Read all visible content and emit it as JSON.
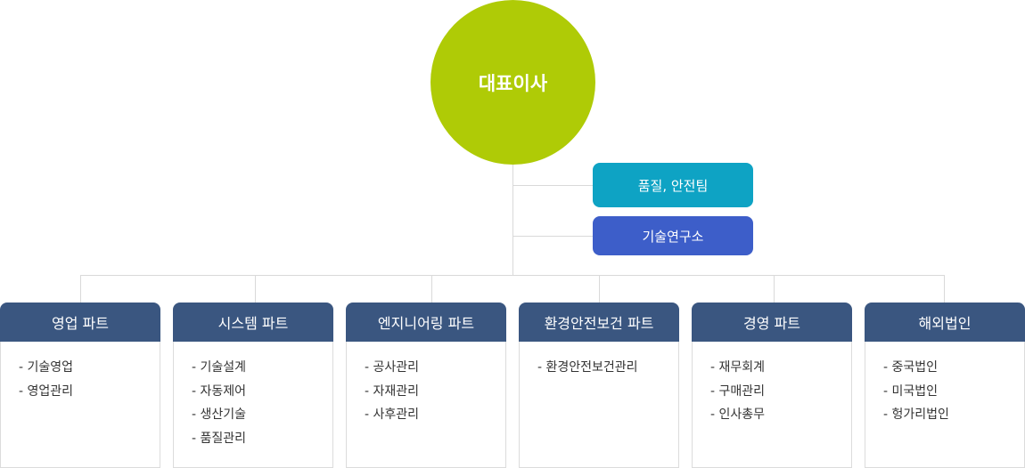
{
  "ceo": {
    "label": "대표이사",
    "color": "#afcb06"
  },
  "staff": [
    {
      "label": "품질, 안전팀",
      "color": "#0ea3c4"
    },
    {
      "label": "기술연구소",
      "color": "#3d5ec9"
    }
  ],
  "departments": [
    {
      "title": "영업 파트",
      "items": [
        "기술영업",
        "영업관리"
      ]
    },
    {
      "title": "시스템 파트",
      "items": [
        "기술설계",
        "자동제어",
        "생산기술",
        "품질관리"
      ]
    },
    {
      "title": "엔지니어링 파트",
      "items": [
        "공사관리",
        "자재관리",
        "사후관리"
      ]
    },
    {
      "title": "환경안전보건 파트",
      "items": [
        "환경안전보건관리"
      ]
    },
    {
      "title": "경영 파트",
      "items": [
        "재무회계",
        "구매관리",
        "인사총무"
      ]
    },
    {
      "title": "해외법인",
      "items": [
        "중국법인",
        "미국법인",
        "헝가리법인"
      ]
    }
  ],
  "colors": {
    "dept_header": "#3a5680",
    "connector": "#d9d9d9"
  }
}
